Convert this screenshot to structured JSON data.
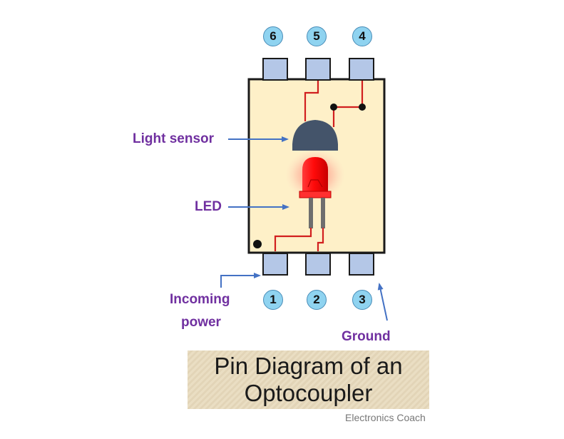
{
  "pins": {
    "top": [
      "6",
      "5",
      "4"
    ],
    "bottom": [
      "1",
      "2",
      "3"
    ]
  },
  "labels": {
    "light_sensor": "Light sensor",
    "led": "LED",
    "incoming_power_line1": "Incoming",
    "incoming_power_line2": "power",
    "ground": "Ground"
  },
  "title": {
    "line1": "Pin Diagram of an",
    "line2": "Optocoupler"
  },
  "credit": "Electronics Coach",
  "colors": {
    "label_text": "#7030a0",
    "arrow": "#4472c4",
    "wire": "#d11f1f",
    "body_fill": "#fef0c8",
    "pin_pad": "#b4c7e7",
    "pin_circle": "#8fd3f0",
    "sensor": "#44546a",
    "led": "#ff1a1a"
  }
}
